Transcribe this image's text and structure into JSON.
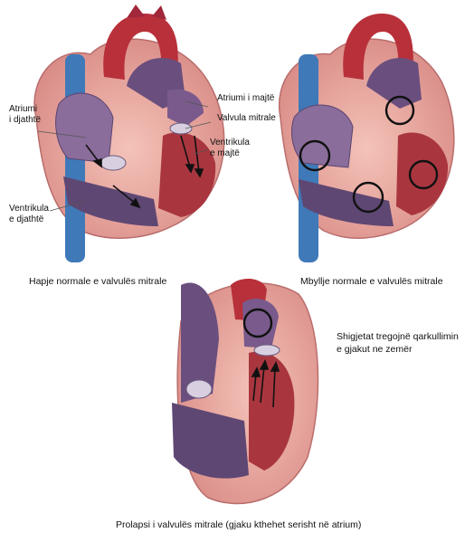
{
  "figure": {
    "heart_open": {
      "labels": {
        "right_atrium_1": "Atriumi",
        "right_atrium_2": "i djathtë",
        "left_atrium": "Atriumi i majtë",
        "mitral_valve": "Valvula mitrale",
        "left_ventricle_1": "Ventrikula",
        "left_ventricle_2": "e majtë",
        "right_ventricle_1": "Ventrikula",
        "right_ventricle_2": "e djathtë"
      },
      "caption": "Hapje normale e valvulës mitrale"
    },
    "heart_closed": {
      "caption": "Mbyllje normale e valvulës mitrale"
    },
    "heart_prolapse": {
      "caption": "Prolapsi i valvulës mitrale (gjaku kthehet serisht në atrium)"
    },
    "note": {
      "line1": "Shigjetat tregojnë qarkullimin",
      "line2": "e gjakut ne zemër"
    },
    "colors": {
      "aorta_red": "#b8303a",
      "chamber_purple": "#6a4f7e",
      "vein_blue": "#3f79b8",
      "muscle_pink": "#e8a49c"
    }
  }
}
